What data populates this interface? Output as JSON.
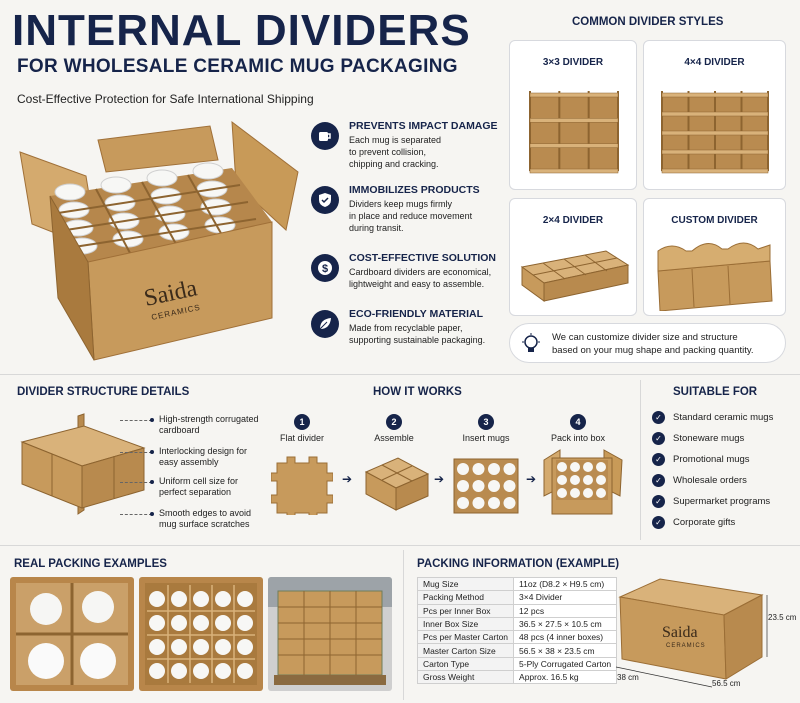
{
  "header": {
    "title": "INTERNAL DIVIDERS",
    "subtitle": "FOR WHOLESALE CERAMIC MUG PACKAGING",
    "tagline": "Cost-Effective Protection for Safe International Shipping"
  },
  "hero": {
    "brand": "Saida",
    "brand_sub": "CERAMICS"
  },
  "features": [
    {
      "icon": "mug-icon",
      "title": "PREVENTS IMPACT DAMAGE",
      "lines": [
        "Each mug is separated",
        "to prevent collision,",
        "chipping and cracking."
      ]
    },
    {
      "icon": "shield-icon",
      "title": "IMMOBILIZES PRODUCTS",
      "lines": [
        "Dividers keep mugs firmly",
        "in place and reduce movement",
        "during transit."
      ]
    },
    {
      "icon": "dollar-icon",
      "title": "COST-EFFECTIVE SOLUTION",
      "lines": [
        "Cardboard dividers are economical,",
        "lightweight and easy to assemble."
      ]
    },
    {
      "icon": "leaf-icon",
      "title": "ECO-FRIENDLY MATERIAL",
      "lines": [
        "Made from recyclable paper,",
        "supporting sustainable packaging."
      ]
    }
  ],
  "styles": {
    "heading": "COMMON DIVIDER STYLES",
    "cards": [
      {
        "label": "3×3 DIVIDER"
      },
      {
        "label": "4×4 DIVIDER"
      },
      {
        "label": "2×4 DIVIDER"
      },
      {
        "label": "CUSTOM DIVIDER"
      }
    ],
    "custom_note_lines": [
      "We can customize divider size and structure",
      "based on your mug shape and packing quantity."
    ]
  },
  "structure": {
    "heading": "DIVIDER STRUCTURE DETAILS",
    "callouts": [
      [
        "High-strength corrugated",
        "cardboard"
      ],
      [
        "Interlocking design for",
        "easy assembly"
      ],
      [
        "Uniform cell size for",
        "perfect separation"
      ],
      [
        "Smooth edges to avoid",
        "mug surface scratches"
      ]
    ]
  },
  "how": {
    "heading": "HOW IT WORKS",
    "steps": [
      {
        "no": "1",
        "label": "Flat divider"
      },
      {
        "no": "2",
        "label": "Assemble"
      },
      {
        "no": "3",
        "label": "Insert mugs"
      },
      {
        "no": "4",
        "label": "Pack into box"
      }
    ]
  },
  "suitable": {
    "heading": "SUITABLE FOR",
    "items": [
      "Standard ceramic mugs",
      "Stoneware mugs",
      "Promotional mugs",
      "Wholesale orders",
      "Supermarket programs",
      "Corporate gifts"
    ]
  },
  "examples": {
    "heading": "REAL PACKING EXAMPLES"
  },
  "packing": {
    "heading": "PACKING INFORMATION (EXAMPLE)",
    "rows": [
      [
        "Mug Size",
        "11oz (D8.2 × H9.5 cm)"
      ],
      [
        "Packing Method",
        "3×4 Divider"
      ],
      [
        "Pcs per Inner Box",
        "12 pcs"
      ],
      [
        "Inner Box Size",
        "36.5 × 27.5 × 10.5 cm"
      ],
      [
        "Pcs per Master Carton",
        "48 pcs (4 inner boxes)"
      ],
      [
        "Master Carton Size",
        "56.5 × 38 × 23.5 cm"
      ],
      [
        "Carton Type",
        "5-Ply Corrugated Carton"
      ],
      [
        "Gross Weight",
        "Approx. 16.5 kg"
      ]
    ],
    "dims": {
      "height": "23.5 cm",
      "depth": "38 cm",
      "width": "56.5 cm"
    }
  },
  "colors": {
    "navy": "#16244a",
    "kraft": "#c79a5c",
    "kraft_dark": "#a97a3e",
    "kraft_light": "#d9b27a"
  }
}
